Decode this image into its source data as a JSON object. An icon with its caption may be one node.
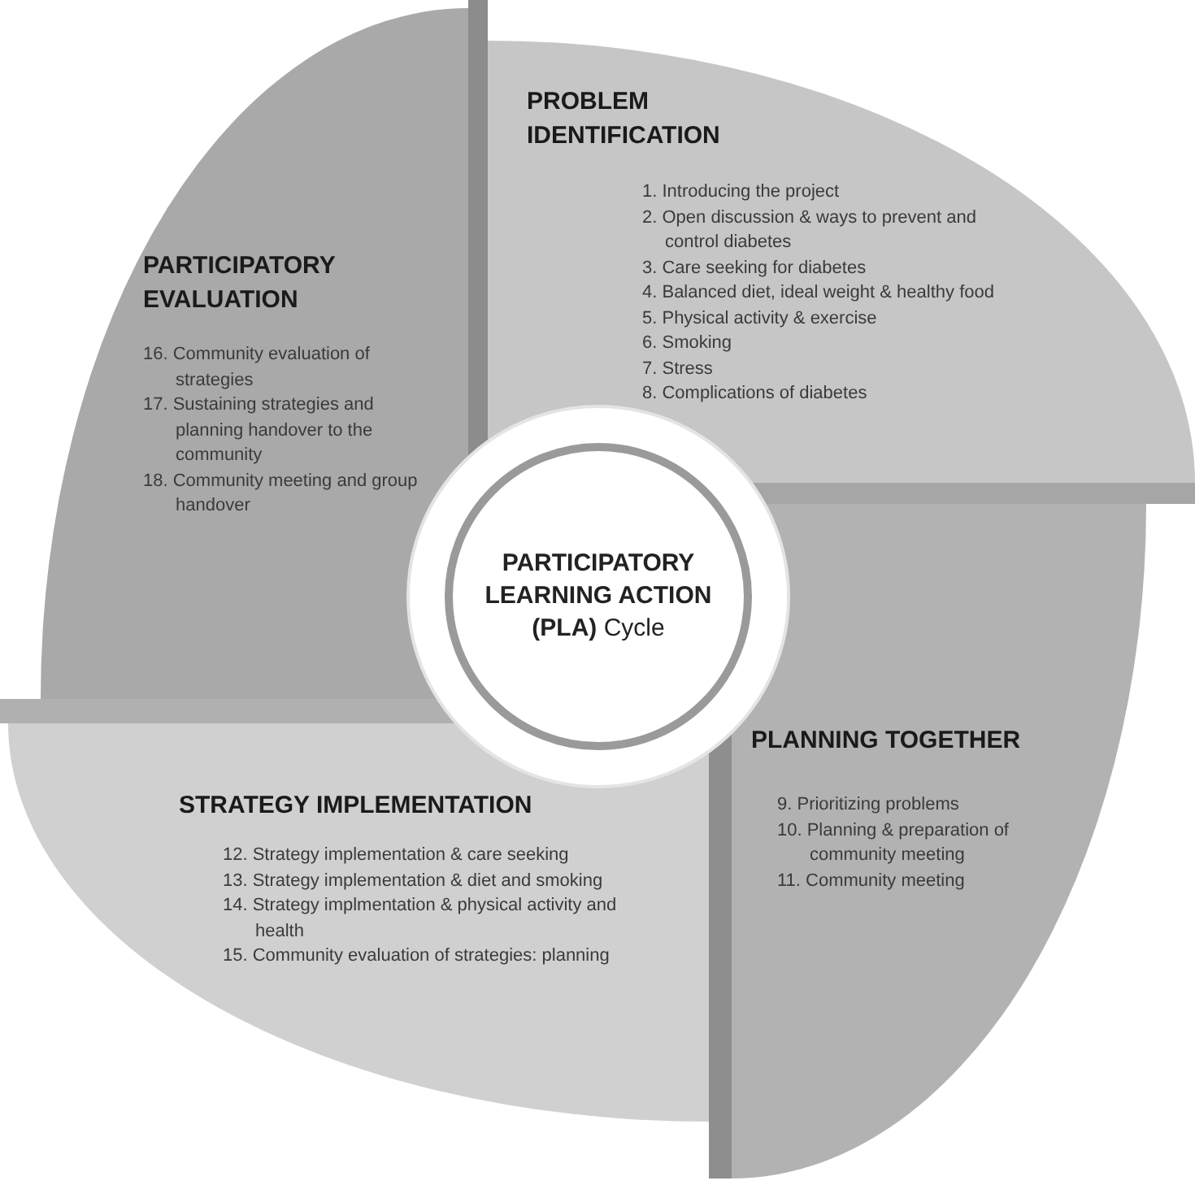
{
  "diagram": {
    "nodes": [
      {
        "text": [
          "PROBLEM IDENTIFICATION",
          "1. Introducing the project",
          "2. Open discussion & ways to prevent and control diabetes",
          "3. Care seeking for diabetes",
          "4. Balanced diet, ideal weight & healthy food",
          "5. Physical activity & exercise",
          "6. Smoking",
          "7. Stress",
          "8. Complications of diabetes"
        ]
      },
      {
        "text": [
          "PLANNING TOGETHER",
          "9. Prioritizing problems",
          "10. Planning & preparation of community meeting",
          "11. Community meeting"
        ]
      },
      {
        "text": [
          "STRATEGY IMPLEMENTATION",
          "12. Strategy implementation & care seeking",
          "13. Strategy implementation & diet and smoking",
          "14. Strategy implmentation & physical activity and health",
          "15. Community evaluation of strategies: planning"
        ]
      },
      {
        "text": [
          "PARTICIPATORY EVALUATION",
          "16. Community evaluation of strategies",
          "17. Sustaining strategies and planning handover to the community",
          "18. Community meeting and group handover"
        ]
      },
      {
        "text": [
          "**PARTICIPATORY LEARNING ACTION (PLA)** Cycle"
        ]
      }
    ]
  }
}
